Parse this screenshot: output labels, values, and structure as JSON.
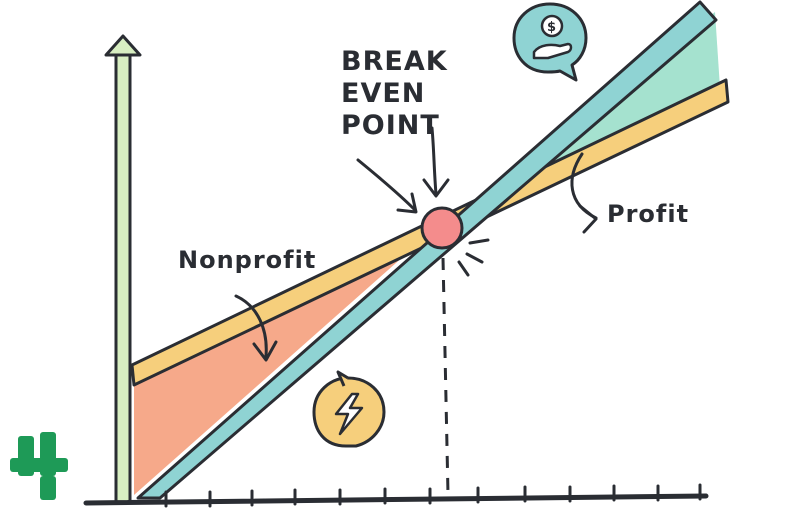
{
  "labels": {
    "break_even_line1": "BREAK",
    "break_even_line2": "EVEN",
    "break_even_line3": "POINT",
    "nonprofit": "Nonprofit",
    "profit": "Profit"
  },
  "icons": {
    "top_right": "dollar-hand-speech-bubble-icon",
    "bottom_middle": "lightning-speech-bubble-icon",
    "corner_logo": "brand-logo-icon"
  },
  "colors": {
    "outline": "#2a2d33",
    "revenue_line": "#8fd3d3",
    "cost_line": "#f6cf7c",
    "loss_area": "#f6a98a",
    "profit_area": "#a5e2cf",
    "break_even_point": "#f48c8c",
    "y_axis": "#d8efc2",
    "speech_bubble_teal": "#8fd3d3",
    "speech_bubble_yellow": "#f6cf7c",
    "logo": "#1e9a57"
  }
}
